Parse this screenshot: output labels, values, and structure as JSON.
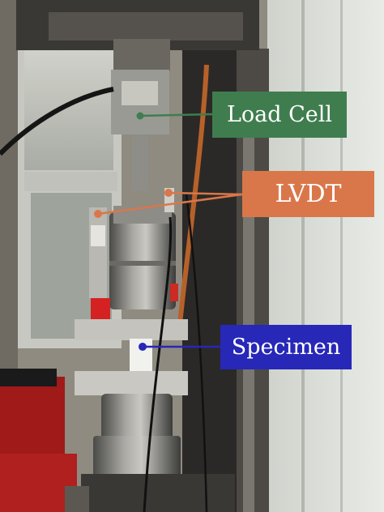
{
  "labels": {
    "load_cell": "Load Cell",
    "lvdt": "LVDT",
    "specimen": "Specimen"
  },
  "colors": {
    "load_cell": "#3f7d4f",
    "lvdt": "#d9774a",
    "specimen": "#2727b8"
  }
}
